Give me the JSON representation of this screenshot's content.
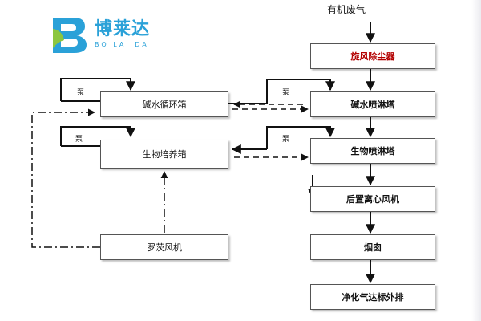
{
  "logo": {
    "name_cn": "博莱达",
    "name_en": "BO LAI DA",
    "colors": {
      "blue": "#2aa1d8",
      "green": "#8cc63f"
    }
  },
  "flow": {
    "input_label": "有机废气",
    "cyclone": "旋风除尘器",
    "alkali_tower": "碱水喷淋塔",
    "bio_tower": "生物喷淋塔",
    "fan": "后置离心风机",
    "chimney": "烟囱",
    "output": "净化气达标外排"
  },
  "left": {
    "alkali_tank": "碱水循环箱",
    "bio_tank": "生物培养箱",
    "roots_blower": "罗茨风机",
    "pump_label": "泵"
  },
  "colors": {
    "accent_red": "#b30000",
    "line": "#111111"
  }
}
